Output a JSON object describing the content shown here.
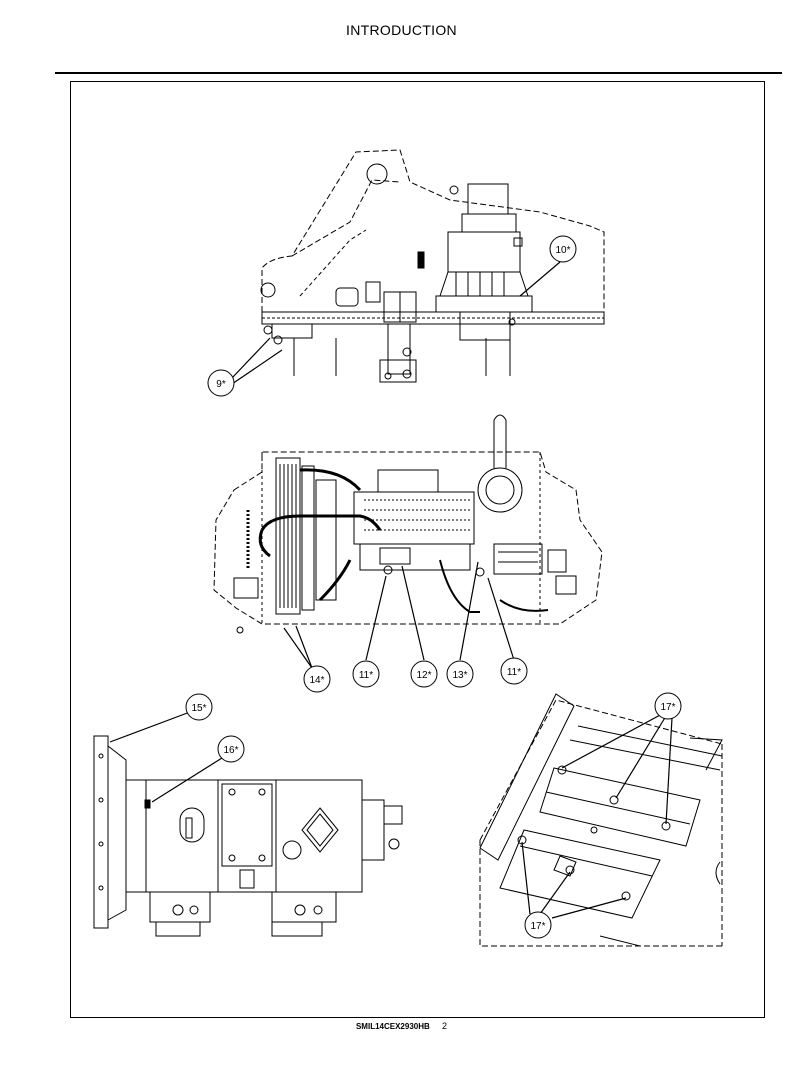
{
  "header": {
    "title": "INTRODUCTION"
  },
  "callouts": {
    "c9": "9*",
    "c10": "10*",
    "c14": "14*",
    "c11a": "11*",
    "c12": "12*",
    "c13": "13*",
    "c11b": "11*",
    "c15": "15*",
    "c16": "16*",
    "c17a": "17*",
    "c17b": "17*"
  },
  "footer": {
    "doc_code": "SMIL14CEX2930HB",
    "page_number": "2"
  }
}
